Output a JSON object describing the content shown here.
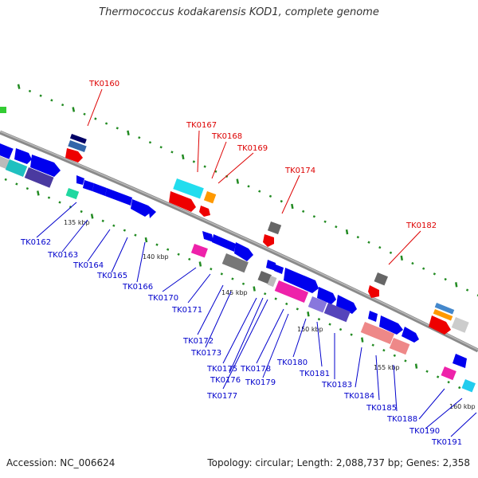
{
  "title": "Thermococcus kodakarensis KOD1, complete genome",
  "footer": {
    "accession": "Accession: NC_006624",
    "summary": "Topology: circular; Length: 2,088,737 bp; Genes: 2,358"
  },
  "colors": {
    "top_label": "#dd0000",
    "bottom_label": "#0000cc",
    "backbone": "#8a8a8a",
    "tick": "#228b22"
  },
  "scale_labels": [
    "135 kbp",
    "140 kbp",
    "145 kbp",
    "150 kbp",
    "155 kbp",
    "160 kbp"
  ],
  "top_genes": [
    "TK0160",
    "TK0167",
    "TK0168",
    "TK0169",
    "TK0174",
    "TK0182"
  ],
  "bottom_genes": [
    "TK0162",
    "TK0163",
    "TK0164",
    "TK0165",
    "TK0166",
    "TK0170",
    "TK0171",
    "TK0172",
    "TK0173",
    "TK0175",
    "TK0176",
    "TK0177",
    "TK0178",
    "TK0179",
    "TK0180",
    "TK0181",
    "TK0183",
    "TK0184",
    "TK0185",
    "TK0188",
    "TK0190",
    "TK0191"
  ]
}
